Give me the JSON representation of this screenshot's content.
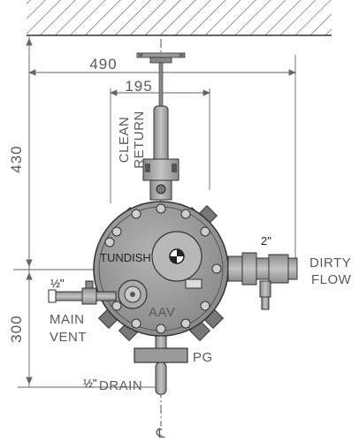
{
  "dimensions": {
    "overall_width": "490",
    "inner_width": "195",
    "height_upper": "430",
    "height_lower": "300"
  },
  "labels": {
    "clean_return": "CLEAN RETURN",
    "clean": "CLEAN",
    "return": "RETURN",
    "tundish": "TUNDISH",
    "dirty_flow_size": "2\"",
    "dirty": "DIRTY",
    "flow": "FLOW",
    "main_vent_size": "½\"",
    "main": "MAIN",
    "vent": "VENT",
    "aav": "AAV",
    "pg": "PG",
    "drain_size": "½\"",
    "drain": "DRAIN",
    "centerline": "℄"
  },
  "colors": {
    "line": "#333333",
    "dim_line": "#666666",
    "body_fill": "#9a9a9a",
    "body_dark": "#6f6f6f",
    "pipe_fill": "#a8a8a8",
    "text": "#5a5a5a"
  }
}
